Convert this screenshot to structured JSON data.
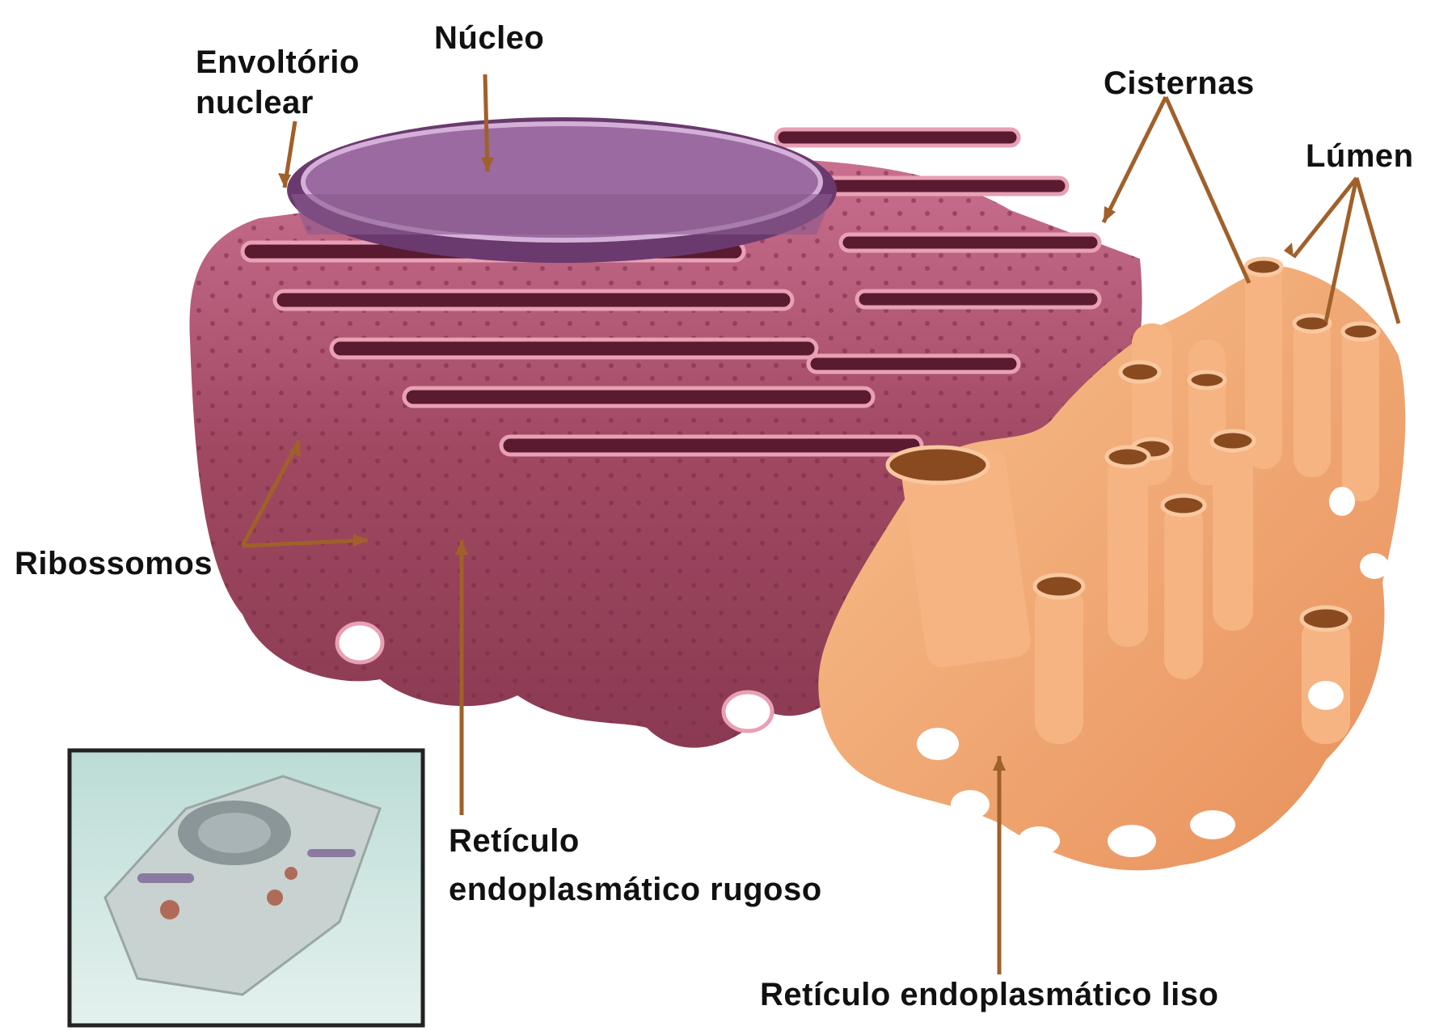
{
  "labels": {
    "envoltorio_line1": "Envoltório",
    "envoltorio_line2": "nuclear",
    "nucleo": "Núcleo",
    "cisternas": "Cisternas",
    "lumen": "Lúmen",
    "ribossomos": "Ribossomos",
    "rer_line1": "Retículo",
    "rer_line2": "endoplasmático rugoso",
    "rel": "Retículo endoplasmático liso"
  },
  "colors": {
    "rough_er": "#a04862",
    "rough_er_light": "#d890a4",
    "nucleus": "#8a5a8e",
    "smooth_er": "#f2a86e",
    "leader_line": "#a0602a",
    "inset_border": "#222222"
  }
}
